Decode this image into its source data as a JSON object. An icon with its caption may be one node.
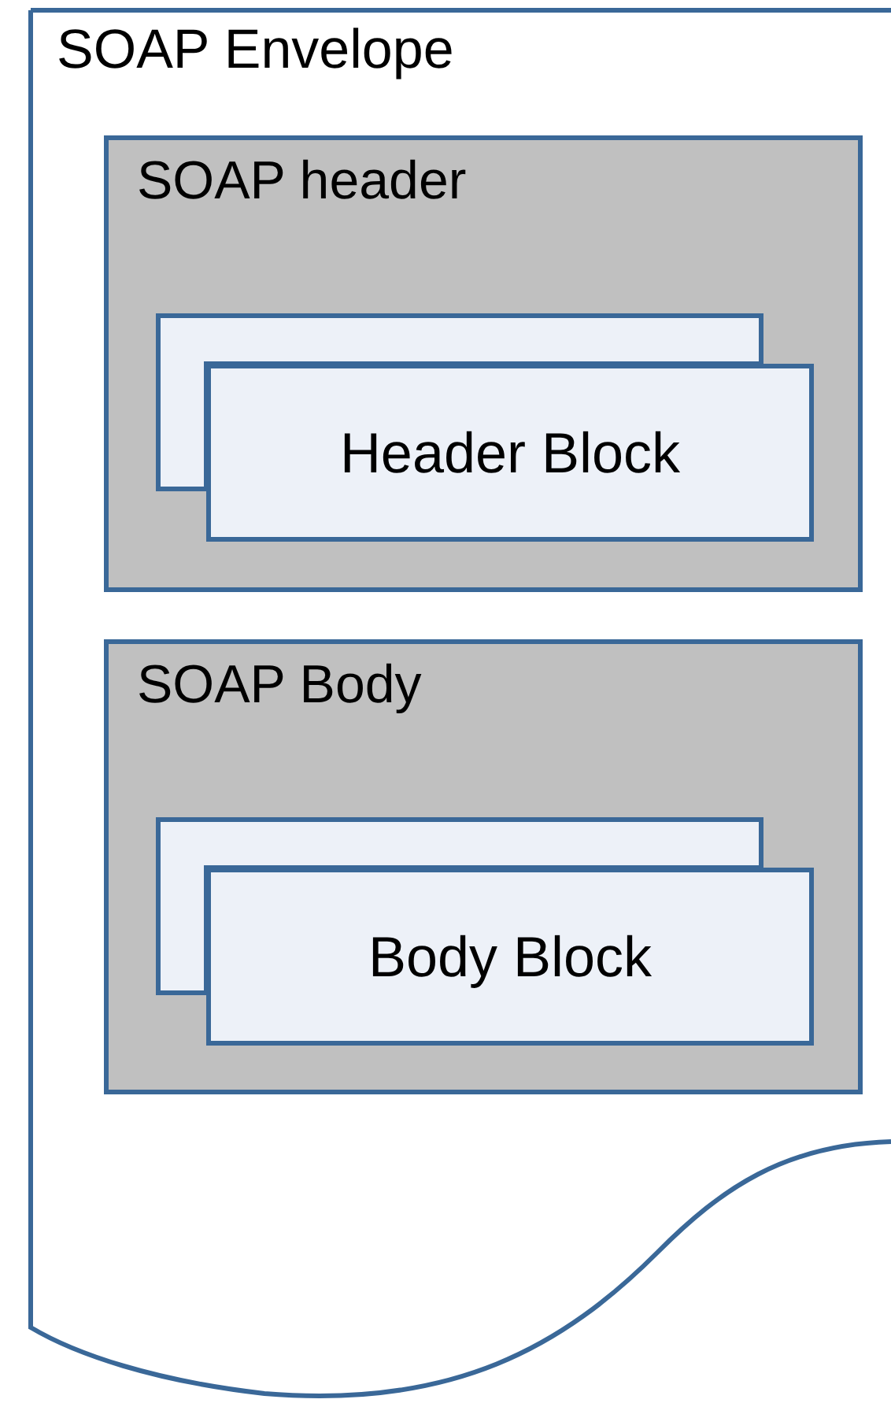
{
  "diagram": {
    "nodes": [
      {
        "text": [
          "SOAP Envelope"
        ]
      },
      {
        "text": [
          "SOAP header"
        ],
        "in": 0
      },
      {
        "text": [],
        "shape": "box",
        "in": 1
      },
      {
        "text": [
          "Header Block"
        ],
        "in": 1
      },
      {
        "text": [
          "SOAP Body"
        ],
        "in": 0
      },
      {
        "text": [],
        "shape": "box",
        "in": 4
      },
      {
        "text": [
          "Body Block"
        ],
        "in": 4
      }
    ]
  }
}
